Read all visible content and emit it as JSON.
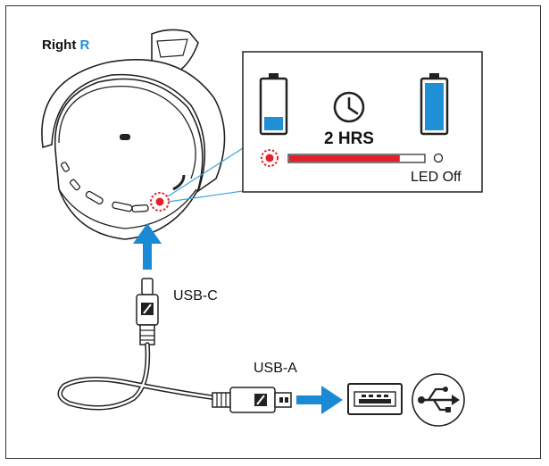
{
  "headphone": {
    "side_label": "Right",
    "side_letter": "R"
  },
  "charge_panel": {
    "duration": "2 HRS",
    "led_state_label": "LED Off",
    "progress_fraction": 0.82
  },
  "cable": {
    "usb_c_label": "USB-C",
    "usb_a_label": "USB-A"
  },
  "colors": {
    "battery_fill": "#1f8fd6",
    "arrow": "#1a8ad4",
    "led_red": "#e3202a",
    "callout_line": "#3aa3e0"
  },
  "icons": [
    "clock-icon",
    "usb-symbol-icon",
    "battery-low-icon",
    "battery-full-icon",
    "brand-logo-icon"
  ]
}
